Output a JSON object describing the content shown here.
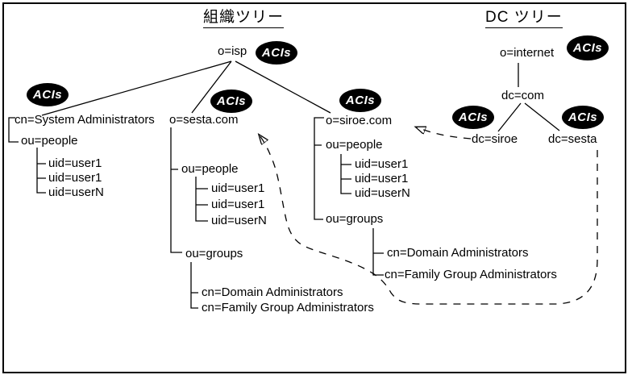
{
  "page": {
    "background": "#ffffff",
    "line_color": "#000000"
  },
  "badge": {
    "label": "ACIs",
    "bg": "#000000",
    "fg": "#ffffff"
  },
  "org_tree": {
    "title": "組織ツリー",
    "root": "o=isp",
    "system_admins": {
      "cn": "cn=System Administrators",
      "ou_people": "ou=people",
      "uids": [
        "uid=user1",
        "uid=user1",
        "uid=userN"
      ]
    },
    "sesta": {
      "org": "o=sesta.com",
      "ou_people": "ou=people",
      "uids": [
        "uid=user1",
        "uid=user1",
        "uid=userN"
      ],
      "ou_groups": "ou=groups",
      "groups": [
        "cn=Domain Administrators",
        "cn=Family Group Administrators"
      ]
    },
    "siroe": {
      "org": "o=siroe.com",
      "ou_people": "ou=people",
      "uids": [
        "uid=user1",
        "uid=user1",
        "uid=userN"
      ],
      "ou_groups": "ou=groups",
      "groups": [
        "cn=Domain Administrators",
        "cn=Family Group Administrators"
      ]
    }
  },
  "dc_tree": {
    "title": "DC ツリー",
    "root": "o=internet",
    "com": "dc=com",
    "siroe": "dc=siroe",
    "sesta": "dc=sesta"
  }
}
